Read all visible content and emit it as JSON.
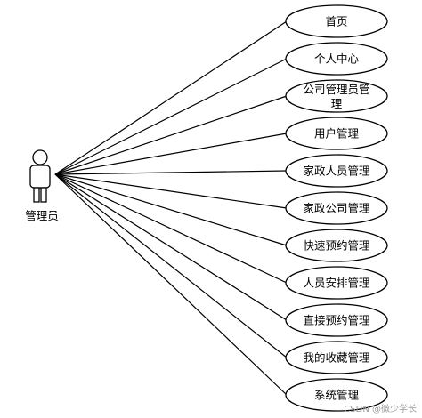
{
  "actor": {
    "label": "管理员"
  },
  "use_cases": [
    {
      "lines": [
        "首页"
      ]
    },
    {
      "lines": [
        "个人中心"
      ]
    },
    {
      "lines": [
        "公司管理员管",
        "理"
      ]
    },
    {
      "lines": [
        "用户管理"
      ]
    },
    {
      "lines": [
        "家政人员管理"
      ]
    },
    {
      "lines": [
        "家政公司管理"
      ]
    },
    {
      "lines": [
        "快速预约管理"
      ]
    },
    {
      "lines": [
        "人员安排管理"
      ]
    },
    {
      "lines": [
        "直接预约管理"
      ]
    },
    {
      "lines": [
        "我的收藏管理"
      ]
    },
    {
      "lines": [
        "系统管理"
      ]
    }
  ],
  "watermark": "CSDN @微少学长"
}
